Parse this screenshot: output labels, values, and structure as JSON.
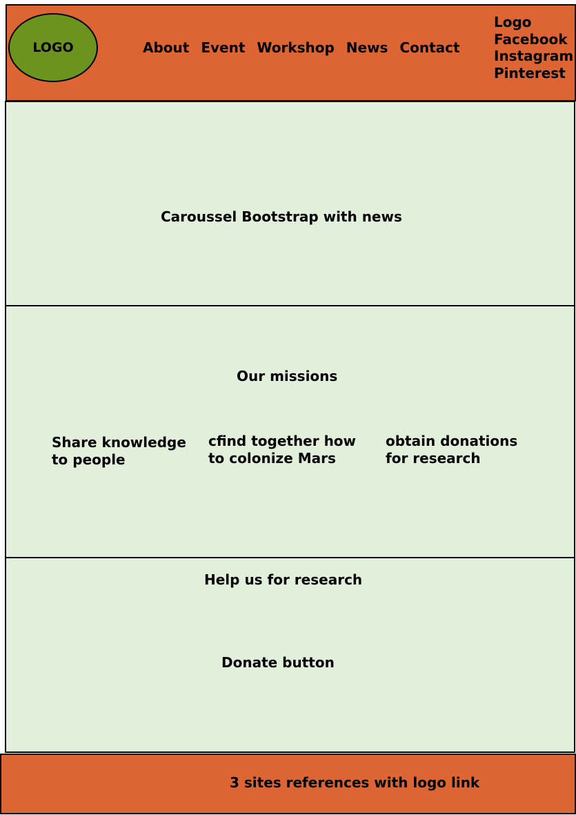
{
  "header": {
    "logo_label": "LOGO",
    "nav": [
      "About",
      "Event",
      "Workshop",
      "News",
      "Contact"
    ],
    "social": [
      "Logo",
      "Facebook",
      "Instagram",
      "Pinterest"
    ]
  },
  "carousel": {
    "label": "Caroussel Bootstrap with news"
  },
  "missions": {
    "title": "Our missions",
    "items": [
      [
        "Share knowledge",
        "to people"
      ],
      [
        "cfind together how",
        "to colonize Mars"
      ],
      [
        "obtain donations",
        "for research"
      ]
    ]
  },
  "help": {
    "title": "Help us for research",
    "donate_label": "Donate button"
  },
  "footer": {
    "label": "3 sites references with logo link"
  },
  "colors": {
    "header_bg": "#DD6533",
    "logo_bg": "#6B931D",
    "panel_bg": "#E2EFDA"
  }
}
